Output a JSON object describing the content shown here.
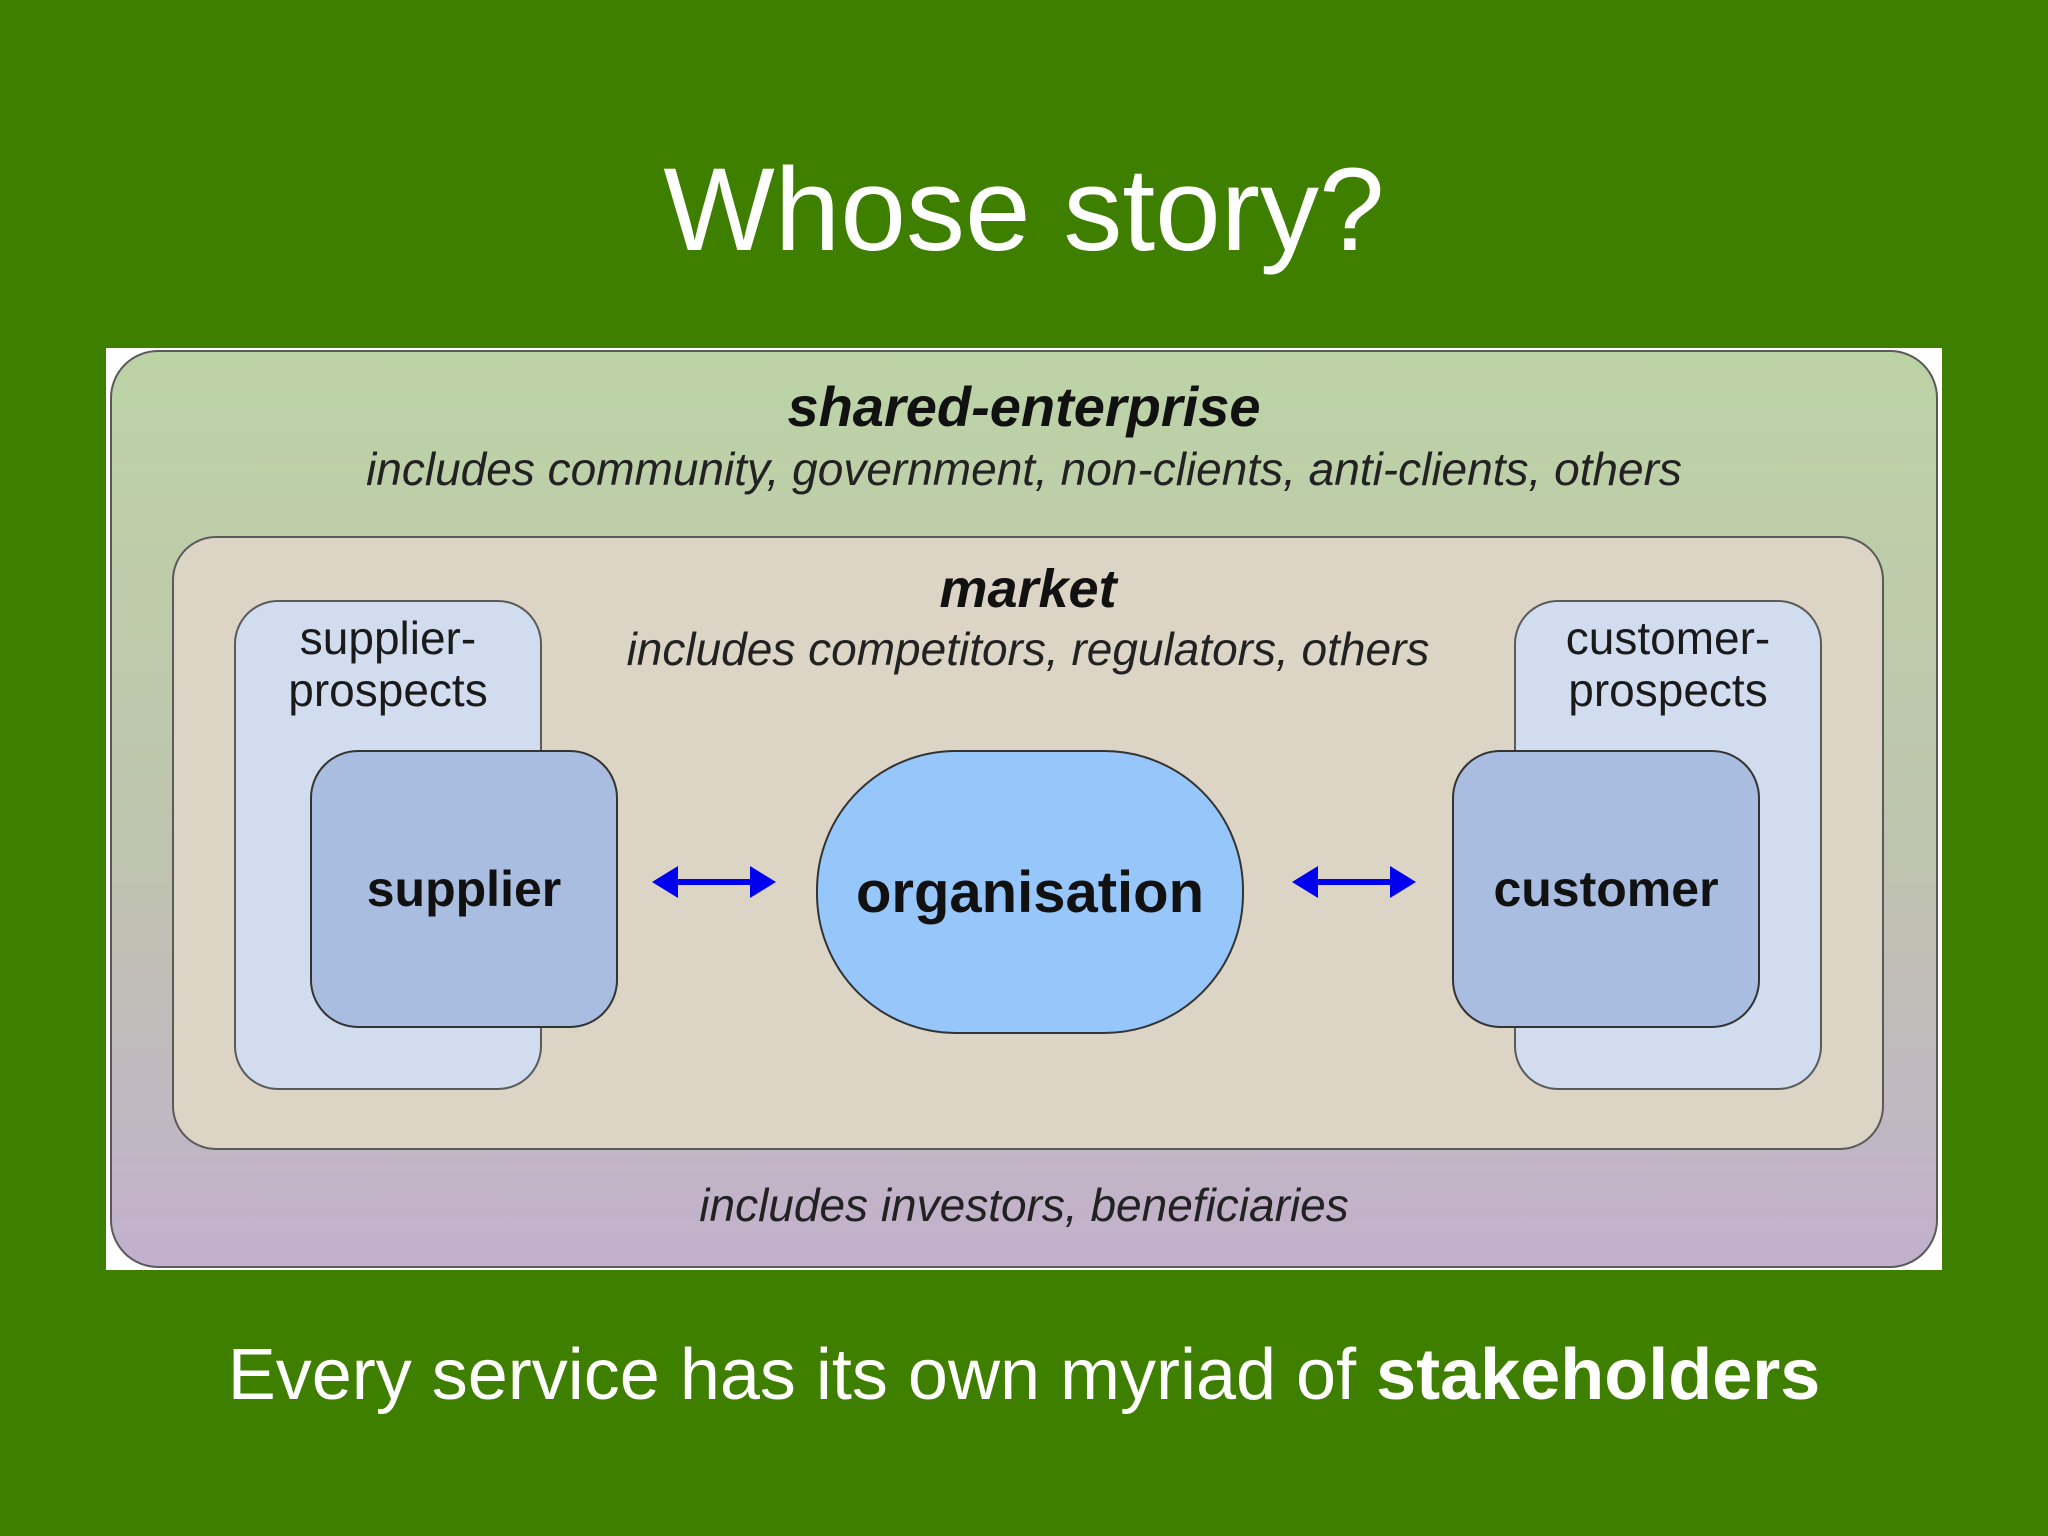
{
  "slide": {
    "title": "Whose story?",
    "caption_prefix": "Every service has its own myriad of ",
    "caption_bold": "stakeholders"
  },
  "diagram": {
    "enterprise": {
      "title": "shared-enterprise",
      "subtitle": "includes community, government, non-clients, anti-clients, others",
      "footer": "includes investors, beneficiaries"
    },
    "market": {
      "title": "market",
      "subtitle": "includes competitors, regulators, others"
    },
    "supplier_prospects": {
      "line1": "supplier-",
      "line2": "prospects"
    },
    "customer_prospects": {
      "line1": "customer-",
      "line2": "prospects"
    },
    "supplier": "supplier",
    "organisation": "organisation",
    "customer": "customer"
  },
  "colors": {
    "background": "#3f7f00",
    "enterprise_top": "#bcd3a6",
    "enterprise_bottom": "#c2b0cd",
    "market": "#dcd5c5",
    "prospects": "#d1ddef",
    "entity": "#a9bde1",
    "organisation": "#97c7fa",
    "arrow": "#0000ee"
  },
  "icons": {
    "arrows": "double-headed-arrow-icon"
  }
}
